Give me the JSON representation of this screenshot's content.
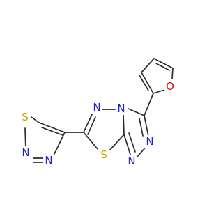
{
  "molecule": {
    "atoms": [
      {
        "id": "s_tdz",
        "element": "S",
        "label": "S",
        "color": "#c8a600"
      },
      {
        "id": "n_tdz_top",
        "element": "N",
        "label": "N",
        "color": "#2222cc"
      },
      {
        "id": "n_tdz_bot",
        "element": "N",
        "label": "N",
        "color": "#2222cc"
      },
      {
        "id": "n_core_a",
        "element": "N",
        "label": "N",
        "color": "#2222cc"
      },
      {
        "id": "n_core_b",
        "element": "N",
        "label": "N",
        "color": "#2222cc"
      },
      {
        "id": "s_core",
        "element": "S",
        "label": "S",
        "color": "#c8a600"
      },
      {
        "id": "n_triaz_top",
        "element": "N",
        "label": "N",
        "color": "#2222cc"
      },
      {
        "id": "n_triaz_bot",
        "element": "N",
        "label": "N",
        "color": "#2222cc"
      },
      {
        "id": "o_furan",
        "element": "O",
        "label": "O",
        "color": "#dd1111"
      }
    ],
    "bond_color": "#2b2b2b",
    "background": "#ffffff"
  }
}
